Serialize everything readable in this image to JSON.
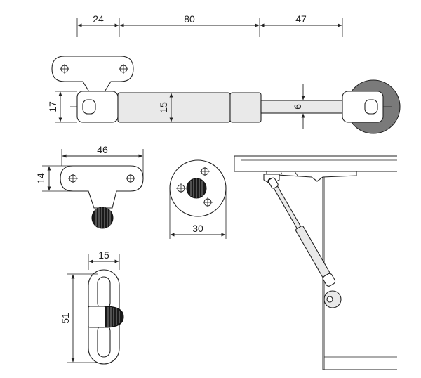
{
  "dimensions": {
    "strut_bracket_width": "24",
    "strut_body_length": "80",
    "strut_rod_length": "47",
    "strut_end_height": "17",
    "strut_body_diameter": "15",
    "strut_rod_diameter": "6",
    "bracket_width": "46",
    "bracket_height": "14",
    "round_plate_diameter": "30",
    "slot_plate_width": "15",
    "slot_plate_length": "51"
  }
}
